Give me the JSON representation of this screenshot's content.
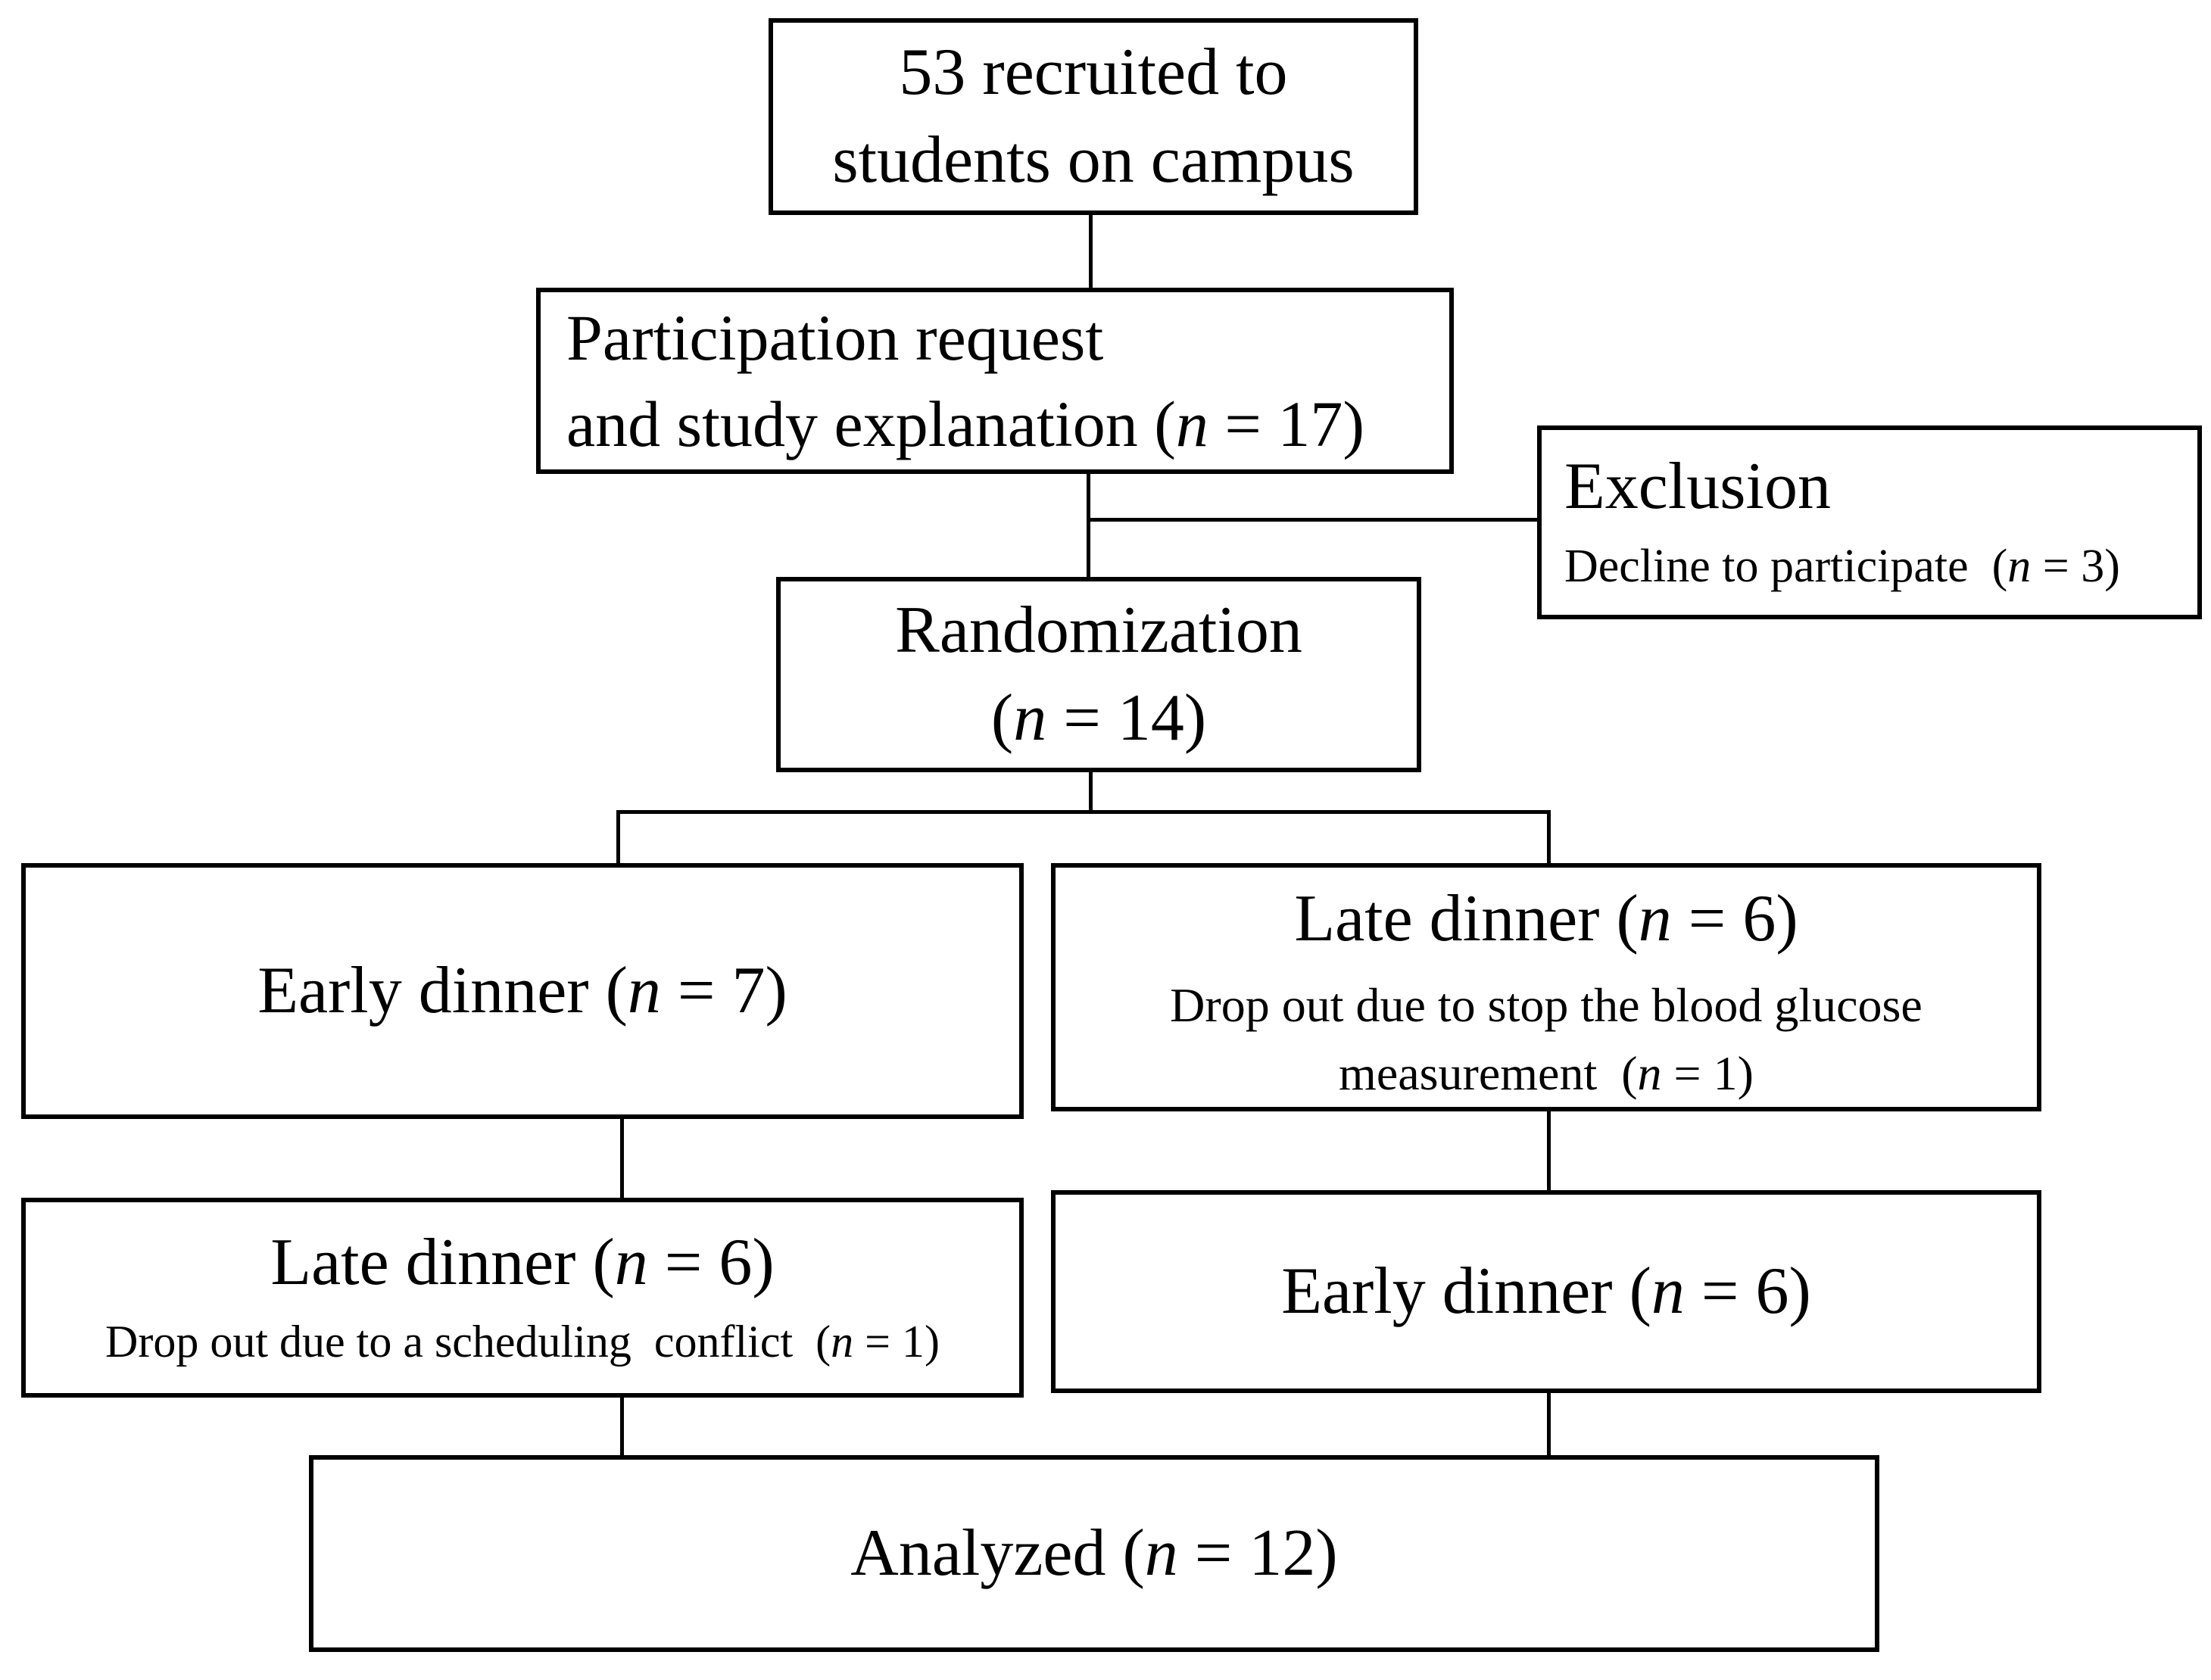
{
  "flow": {
    "recruited": {
      "line1": "53 recruited to",
      "line2": "students on campus"
    },
    "participation": {
      "line1": "Participation request",
      "line2": "and study explanation (n = 17)"
    },
    "exclusion": {
      "title": "Exclusion",
      "detail": "Decline to participate  (n = 3)"
    },
    "randomization": {
      "line1": "Randomization",
      "line2": "(n = 14)"
    },
    "arm1_early": {
      "title": "Early dinner (n = 7)"
    },
    "arm1_late": {
      "title": "Late dinner (n = 6)",
      "sub1": "Drop out due to stop the blood glucose",
      "sub2": "measurement  (n = 1)"
    },
    "arm2_late": {
      "title": "Late dinner (n = 6)",
      "sub": "Drop out due to a scheduling  conflict  (n = 1)"
    },
    "arm2_early": {
      "title": "Early dinner (n = 6)"
    },
    "analyzed": {
      "title": "Analyzed (n = 12)"
    },
    "colors": {
      "background": "#ffffff",
      "box_fill": "#ffffff",
      "box_border": "#000000",
      "line": "#000000",
      "text": "#000000"
    }
  }
}
